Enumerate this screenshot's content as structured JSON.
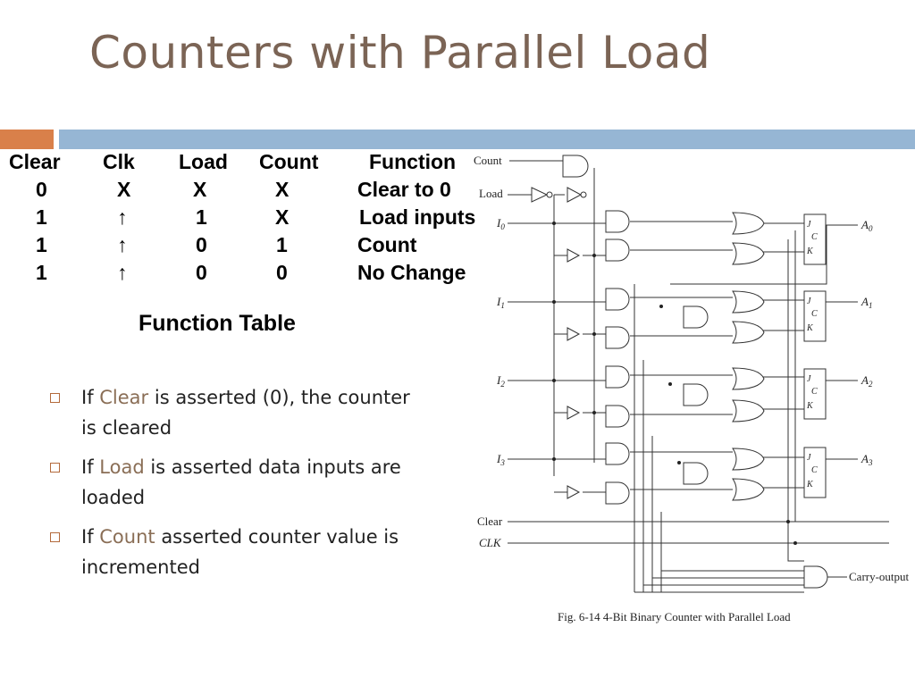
{
  "slide": {
    "title": "Counters with Parallel Load",
    "accent_colors": {
      "orange": "#d9804a",
      "blue": "#96b6d4",
      "title": "#7b6455"
    }
  },
  "function_table": {
    "headers": [
      "Clear",
      "Clk",
      "Load",
      "Count",
      "Function"
    ],
    "rows": [
      [
        "0",
        "X",
        "X",
        "X",
        "Clear to 0"
      ],
      [
        "1",
        "↑",
        "1",
        "X",
        "Load inputs"
      ],
      [
        "1",
        "↑",
        "0",
        "1",
        "Count"
      ],
      [
        "1",
        "↑",
        "0",
        "0",
        "No Change"
      ]
    ],
    "caption": "Function Table"
  },
  "bullets": [
    {
      "pre": "If ",
      "keyword": "Clear",
      "post": " is asserted (0), the counter is cleared"
    },
    {
      "pre": "If ",
      "keyword": "Load",
      "post": " is asserted data inputs are loaded"
    },
    {
      "pre": "If ",
      "keyword": "Count",
      "post": " asserted counter value is incremented"
    }
  ],
  "diagram": {
    "inputs": {
      "count": "Count",
      "load": "Load",
      "i0": "I",
      "i1": "I",
      "i2": "I",
      "i3": "I",
      "clear": "Clear",
      "clk": "CLK"
    },
    "input_subscripts": [
      "0",
      "1",
      "2",
      "3"
    ],
    "outputs": {
      "a": "A",
      "carry": "Carry-output"
    },
    "flipflop_pins": {
      "j": "J",
      "c": "C",
      "k": "K"
    },
    "caption": "Fig. 6-14  4-Bit Binary Counter with Parallel Load"
  }
}
